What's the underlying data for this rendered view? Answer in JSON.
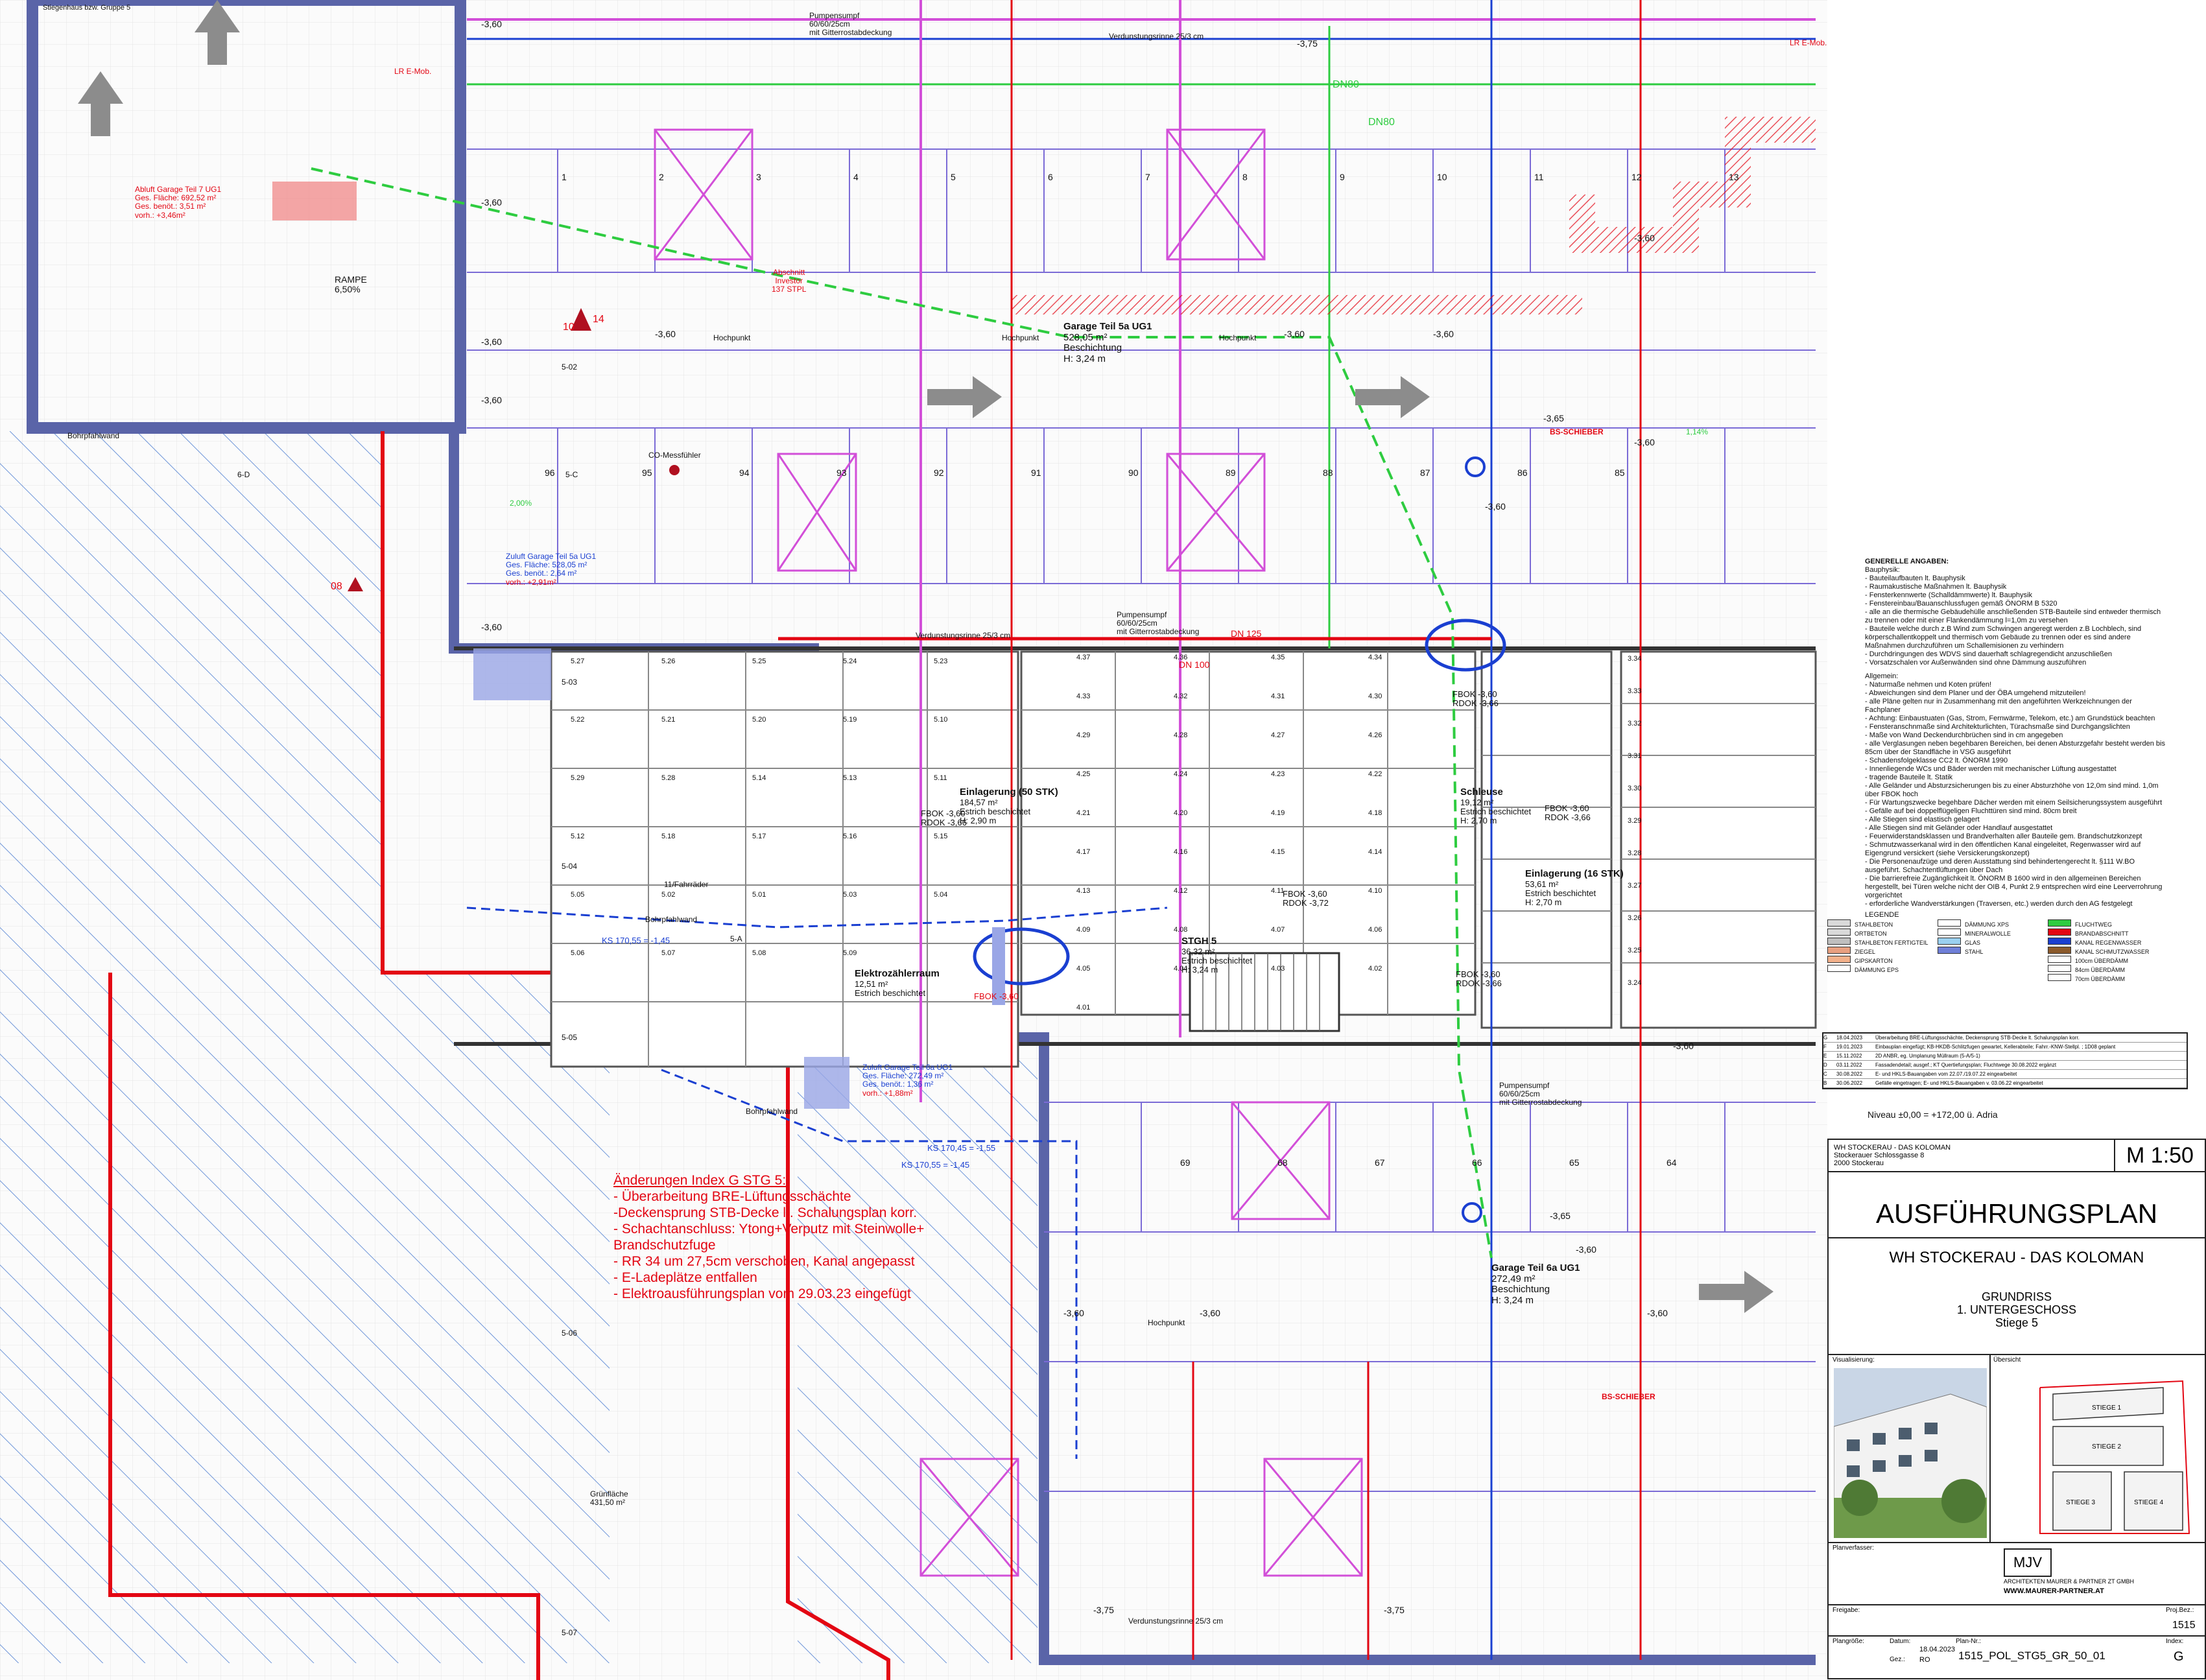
{
  "colors": {
    "red": "#e30613",
    "blue": "#1a3fd1",
    "magenta": "#d24fd8",
    "green": "#2ecc40",
    "hatch": "#4a7bd0",
    "grey": "#9a9a9a"
  },
  "header_note": "Stiegenhaus bzw. Gruppe 5",
  "areas": {
    "garage_5a": {
      "name": "Garage Teil 5a UG1",
      "area": "528,05 m²",
      "light": "Beschichtung",
      "height": "H: 3,24 m"
    },
    "garage_6a": {
      "name": "Garage Teil 6a UG1",
      "area": "272,49 m²",
      "light": "Beschichtung",
      "height": "H: 3,24 m"
    },
    "einlagerung_50": {
      "name": "Einlagerung (50 STK)",
      "area": "184,57 m²",
      "floor": "Estrich beschichtet",
      "height": "H: 2,90 m"
    },
    "einlagerung_16": {
      "name": "Einlagerung (16 STK)",
      "area": "53,61 m²",
      "floor": "Estrich beschichtet",
      "height": "H: 2,70 m"
    },
    "schleuse": {
      "name": "Schleuse",
      "area": "19,12 m²",
      "floor": "Estrich beschichtet",
      "height": "H: 2,70 m"
    },
    "stgh5": {
      "name": "STGH 5",
      "area": "36,32 m²",
      "floor": "Estrich beschichtet",
      "height": "H: 3,24 m"
    },
    "elektro": {
      "name": "Elektrozählerraum",
      "area": "12,51 m²",
      "floor": "Estrich beschichtet"
    },
    "fahrrader": {
      "name": "11/Fahrräder"
    },
    "rampe": {
      "name": "RAMPE",
      "slope": "6,50%"
    },
    "abschnitt": {
      "line1": "Abschnitt",
      "line2": "Investor",
      "line3": "137 STPL"
    },
    "gruenflaeche": {
      "line1": "Grünfläche",
      "line2": "431,50 m²"
    }
  },
  "zuluft": {
    "z1": {
      "title": "Zuluft Garage Teil 5a UG1",
      "l1": "Ges. Fläche: 528,05 m²",
      "l2": "Ges. benöt.: 2,64 m²",
      "l3": "vorh.: +2,91m²"
    },
    "z2": {
      "title": "Zuluft Garage Teil 6a UG1",
      "l1": "Ges. Fläche: 272,49 m²",
      "l2": "Ges. benöt.: 1,36 m²",
      "l3": "vorh.: +1,88m²"
    },
    "a1": {
      "title": "Abluft Garage Teil 7 UG1",
      "l1": "Ges. Fläche: 692,52 m²",
      "l2": "Ges. benöt.: 3,51 m²",
      "l3": "vorh.: +3,46m²"
    }
  },
  "pumps": {
    "label": "Pumpensumpf",
    "size": "60/60/25cm",
    "cover": "mit Gitterrostabdeckung"
  },
  "labels": {
    "hochpunkt": "Hochpunkt",
    "fbok1": "FBOK -3,60",
    "rdok1": "RDOK -3,66",
    "fbok2": "FBOK -3,60",
    "rdok2": "RDOK -3,66",
    "fbok3": "FBOK -3,60",
    "rdok3": "RDOK -3,72",
    "fbok4": "FBOK -3,60",
    "rdok4": "RDOK -3,66",
    "fbok5": "FBOK -3,60",
    "rdok5": "RDOK -3,66",
    "fbok6": "FBOK -3,60",
    "bohrpfahlwand": "Bohrpfahlwand",
    "verduns": "Verdunstungsrinne 25/3 cm",
    "dn80": "DN80",
    "dn100": "DN 100",
    "dn125": "DN 125",
    "lre": "LR E-Mob.",
    "ks1": "KS 170,55 = -1,45",
    "ks2": "KS 170,45 = -1,55",
    "ks3": "KS 170,55 = -1,45",
    "co": "CO-Messfühler",
    "bsschieber": "BS-SCHIEBER",
    "level": "-3,60",
    "level2": "-3,65",
    "level3": "-3,75",
    "pct1": "2,00%",
    "pct2": "1,14%",
    "axis_a": "5-A",
    "axis_c": "5-C",
    "axis_d": "6-D",
    "axis_05": "5-05",
    "axis_06": "5-06",
    "axis_07": "5-07",
    "axis_02": "5-02",
    "axis_03": "5-03",
    "axis_04": "5-04",
    "mark_10": "10",
    "mark_14": "14",
    "mark_08": "08"
  },
  "parking_top": [
    "1",
    "2",
    "3",
    "4",
    "5",
    "6",
    "7",
    "8",
    "9",
    "10",
    "11",
    "12",
    "13"
  ],
  "parking_mid": [
    "96",
    "95",
    "94",
    "93",
    "92",
    "91",
    "90",
    "89",
    "88",
    "87",
    "86",
    "85"
  ],
  "parking_bot": [
    "69",
    "68",
    "67",
    "66",
    "65",
    "64"
  ],
  "storage_left": [
    "5.27",
    "5.26",
    "5.25",
    "5.24",
    "5.23",
    "5.22",
    "5.21",
    "5.20",
    "5.19",
    "5.10",
    "5.29",
    "5.28",
    "5.14",
    "5.13",
    "5.11",
    "5.12",
    "5.18",
    "5.17",
    "5.16",
    "5.15",
    "5.05",
    "5.02",
    "5.01",
    "5.03",
    "5.04",
    "5.06",
    "5.07",
    "5.08",
    "5.09"
  ],
  "storage_mid": [
    "4.37",
    "4.36",
    "4.35",
    "4.34",
    "4.33",
    "4.32",
    "4.31",
    "4.30",
    "4.29",
    "4.28",
    "4.27",
    "4.26",
    "4.25",
    "4.24",
    "4.23",
    "4.22",
    "4.21",
    "4.20",
    "4.19",
    "4.18",
    "4.17",
    "4.16",
    "4.15",
    "4.14",
    "4.13",
    "4.12",
    "4.11",
    "4.10",
    "4.09",
    "4.08",
    "4.07",
    "4.06",
    "4.05",
    "4.04",
    "4.03",
    "4.02",
    "4.01"
  ],
  "storage_right": [
    "3.34",
    "3.33",
    "3.32",
    "3.31",
    "3.30",
    "3.29",
    "3.28",
    "3.27",
    "3.26",
    "3.25",
    "3.24"
  ],
  "changes": {
    "title": "Änderungen Index G STG 5:",
    "lines": [
      "- Überarbeitung BRE-Lüftungsschächte",
      "-Deckensprung STB-Decke lt. Schalungsplan korr.",
      "- Schachtanschluss: Ytong+Verputz mit Steinwolle+",
      "Brandschutzfuge",
      "- RR 34 um 27,5cm verschoben, Kanal angepasst",
      "- E-Ladeplätze entfallen",
      "- Elektroausführungsplan vom 29.03.23 eingefügt"
    ]
  },
  "notes": {
    "title": "GENERELLE ANGABEN:",
    "sub1": "Bauphysik:",
    "lines1": [
      "- Bauteilaufbauten lt. Bauphysik",
      "- Raumakustische Maßnahmen lt. Bauphysik",
      "- Fensterkennwerte (Schalldämmwerte) lt. Bauphysik",
      "- Fenstereinbau/Bauanschlussfugen gemäß ÖNORM B 5320",
      "- alle an die thermische Gebäudehülle anschließenden STB-Bauteile sind entweder thermisch",
      "  zu trennen oder mit einer Flankendämmung l=1,0m zu versehen",
      "- Bauteile welche durch z.B Wind zum Schwingen angeregt werden z.B Lochblech, sind",
      "  körperschallentkoppelt und thermisch vom Gebäude zu trennen oder es sind andere",
      "  Maßnahmen durchzuführen um Schallemisionen zu verhindern",
      "- Durchdringungen des WDVS sind dauerhaft schlagregendicht anzuschließen",
      "- Vorsatzschalen vor Außenwänden sind ohne Dämmung auszuführen"
    ],
    "sub2": "Allgemein:",
    "lines2": [
      "- Naturmaße nehmen und Koten prüfen!",
      "- Abweichungen sind dem Planer und der ÖBA umgehend mitzuteilen!",
      "- alle Pläne gelten nur in Zusammenhang mit den angeführten Werkzeichnungen der",
      "  Fachplaner",
      "- Achtung: Einbaustuaten (Gas, Strom, Fernwärme, Telekom, etc.) am Grundstück beachten",
      "- Fensteranschnmaße sind Architekturlichten, Türachsmaße sind Durchgangslichten",
      "- Maße von Wand Deckendurchbrüchen sind in cm angegeben",
      "- alle Verglasungen neben begehbaren Bereichen, bei denen Absturzgefahr besteht werden bis",
      "  85cm über der Standfläche in VSG ausgeführt",
      "- Schadensfolgeklasse CC2 lt. ÖNORM 1990",
      "- Innenliegende WCs und Bäder werden mit mechanischer Lüftung ausgestattet",
      "- tragende Bauteile lt. Statik",
      "- Alle Geländer und Absturzsicherungen bis zu einer Absturzhöhe von 12,0m sind mind. 1,0m",
      "  über FBOK hoch",
      "- Für Wartungszwecke begehbare Dächer werden mit einem Seilsicherungssystem ausgeführt",
      "- Gefälle auf bei doppelflügeligen Fluchttüren sind mind. 80cm breit",
      "- Alle Stiegen sind elastisch gelagert",
      "- Alle Stiegen sind mit Geländer oder Handlauf ausgestattet",
      "- Feuerwiderstandsklassen und Brandverhalten aller Bauteile gem. Brandschutzkonzept",
      "- Schmutzwasserkanal wird in den öffentlichen Kanal eingeleitet, Regenwasser wird auf",
      "  Eigengrund versickert (siehe Versickerungskonzept)",
      "- Die Personenaufzüge und deren Ausstattung sind behindertengerecht lt. §111 W.BO",
      "  ausgeführt. Schachtentlüftungen über Dach",
      "- Die barrierefreie Zugänglichkeit lt. ÖNORM B 1600 wird in den allgemeinen Bereichen",
      "  hergestellt, bei Türen welche nicht der OIB 4, Punkt 2.9 entsprechen wird eine Leerverrohrung",
      "  vorgerichtet",
      "- erforderliche Wandverstärkungen (Traversen, etc.) werden durch den AG festgelegt"
    ],
    "legend": "LEGENDE"
  },
  "legend_items": [
    {
      "label": "STAHLBETON",
      "color": "#d9d9d9"
    },
    {
      "label": "ORTBETON",
      "color": "#d9d9d9"
    },
    {
      "label": "STAHLBETON FERTIGTEIL",
      "color": "#bfbfbf"
    },
    {
      "label": "ZIEGEL",
      "color": "#e8a080"
    },
    {
      "label": "GIPSKARTON",
      "color": "#f2b08a"
    },
    {
      "label": "DÄMMUNG EPS",
      "color": "#ffffff"
    },
    {
      "label": "DÄMMUNG XPS",
      "color": "#ffffff"
    },
    {
      "label": "MINERALWOLLE",
      "color": "#ffffff"
    },
    {
      "label": "GLAS",
      "color": "#9ad0f0"
    },
    {
      "label": "STAHL",
      "color": "#6f7fd8"
    },
    {
      "label": "FLUCHTWEG",
      "color": "#2ecc40"
    },
    {
      "label": "BRANDABSCHNITT",
      "color": "#e30613"
    },
    {
      "label": "KANAL REGENWASSER",
      "color": "#1a3fd1"
    },
    {
      "label": "KANAL SCHMUTZWASSER",
      "color": "#8b5a2b"
    },
    {
      "label": "100cm ÜBERDÄMM",
      "color": "#ffffff"
    },
    {
      "label": "84cm ÜBERDÄMM",
      "color": "#ffffff"
    },
    {
      "label": "70cm ÜBERDÄMM",
      "color": "#ffffff"
    }
  ],
  "revisions": [
    {
      "idx": "G",
      "date": "18.04.2023",
      "text": "Überarbeitung BRE-Lüftungsschächte, Deckensprung STB-Decke lt. Schalungsplan korr."
    },
    {
      "idx": "F",
      "date": "19.01.2023",
      "text": "Einbauplan eingefügt; KB-HKDB-Schlitzfugen gewartet, Kellerabteile; Fahrr.-KNW-Stellpl. ; 1D08 geplant"
    },
    {
      "idx": "E",
      "date": "15.11.2022",
      "text": "2D ANBR, eg. Umplanung Müllraum (5-A/5-1)"
    },
    {
      "idx": "D",
      "date": "03.11.2022",
      "text": "Fassadendetail; ausgef.; KT Quertiefungsplan; Fluchtwege 30.08.2022 ergänzt"
    },
    {
      "idx": "C",
      "date": "30.08.2022",
      "text": "E- und HKLS-Bauangaben vom 22.07./19.07.22 eingearbeitet"
    },
    {
      "idx": "B",
      "date": "30.06.2022",
      "text": "Gefälle eingetragen; E- und HKLS-Bauangaben v. 03.06.22 eingearbeitet"
    }
  ],
  "niveau": "Niveau ±0,00 = +172,00 ü. Adria",
  "title_block": {
    "project_small": "WH STOCKERAU - DAS KOLOMAN",
    "address1": "Stockerauer Schlossgasse 8",
    "address2": "2000 Stockerau",
    "scale": "M 1:50",
    "plantype": "AUSFÜHRUNGSPLAN",
    "project": "WH STOCKERAU - DAS KOLOMAN",
    "title1": "GRUNDRISS",
    "title2": "1. UNTERGESCHOSS",
    "title3": "Stiege 5",
    "visual_label": "Visualisierung:",
    "overview_label": "Übersicht",
    "stiege1": "STIEGE 1",
    "stiege2": "STIEGE 2",
    "stiege3": "STIEGE 3",
    "stiege4": "STIEGE 4",
    "planverfasser": "Planverfasser:",
    "office": "ARCHITEKTEN MAURER & PARTNER ZT GMBH",
    "web": "WWW.MAURER-PARTNER.AT",
    "freigabe": "Freigabe:",
    "projnr_label": "Proj.Bez.:",
    "projnr": "1515",
    "plangroesse_label": "Plangröße:",
    "datum_label": "Datum:",
    "datum": "18.04.2023",
    "gez_label": "Gez.:",
    "gez": "RO",
    "plannr_label": "Plan-Nr.:",
    "plannr": "1515_POL_STG5_GR_50_01",
    "index_label": "Index:",
    "index": "G"
  }
}
